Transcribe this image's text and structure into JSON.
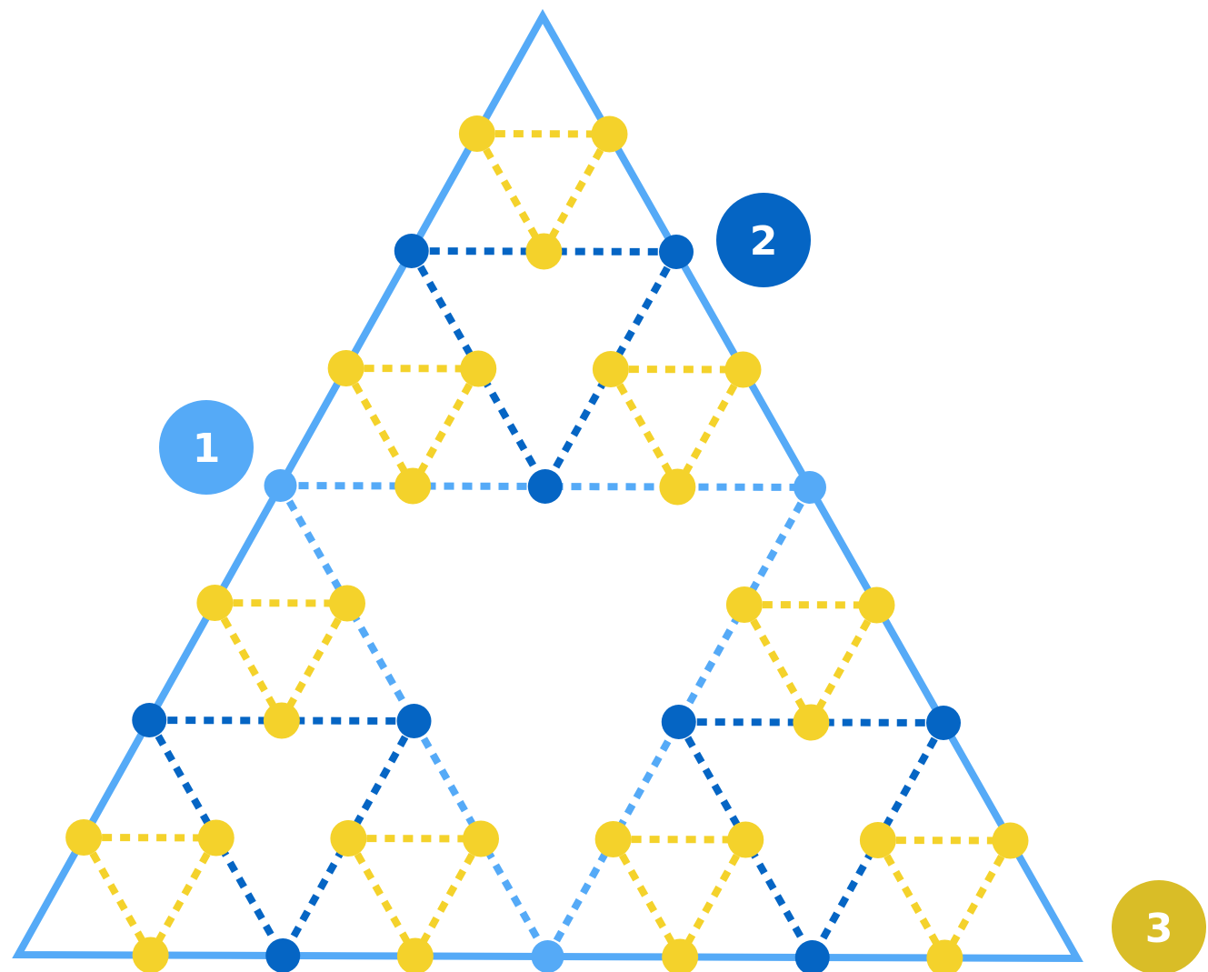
{
  "colors": {
    "outline": "#55aaf7",
    "level1": "#55aaf7",
    "level2": "#0565c4",
    "level3": "#f4d22b",
    "badge3": "#d9bd27",
    "badge_text": "#ffffff"
  },
  "badges": [
    {
      "label": "1",
      "level": 1
    },
    {
      "label": "2",
      "level": 2
    },
    {
      "label": "3",
      "level": 3
    }
  ]
}
